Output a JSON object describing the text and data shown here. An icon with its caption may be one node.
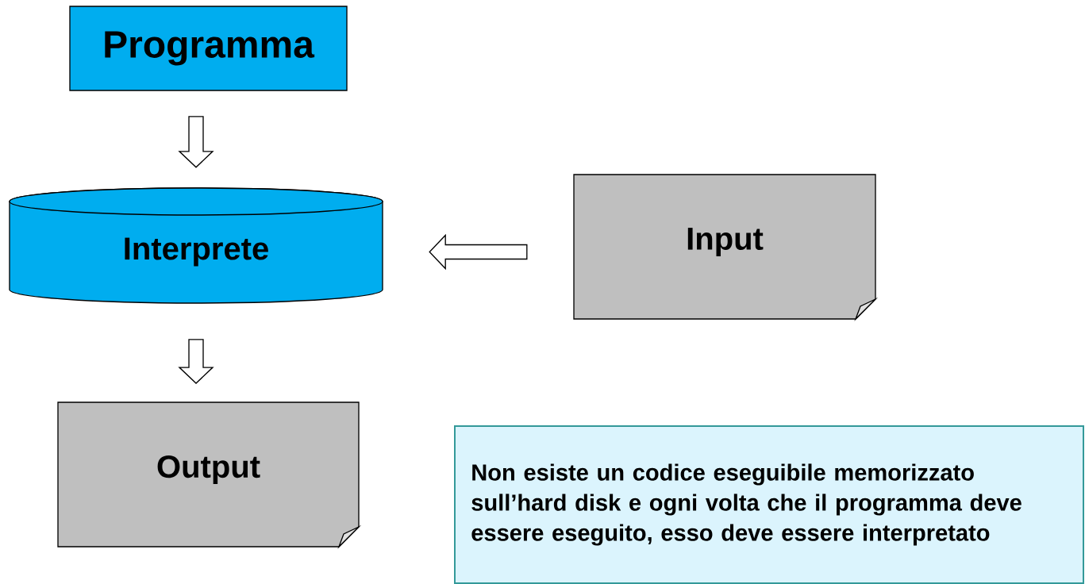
{
  "diagram": {
    "nodes": [
      {
        "text": [
          "Programma"
        ]
      },
      {
        "text": [
          "Interprete"
        ]
      },
      {
        "text": [
          "Input"
        ]
      },
      {
        "text": [
          "Output"
        ]
      },
      {
        "text": [
          "Non esiste un codice eseguibile memorizzato sull’hard disk e ogni volta che il programma deve essere eseguito, esso deve essere interpretato"
        ]
      }
    ],
    "edges": [
      {
        "from": 0,
        "to": 1,
        "arrow": "to"
      },
      {
        "from": 2,
        "to": 1,
        "arrow": "to"
      },
      {
        "from": 1,
        "to": 3,
        "arrow": "to"
      }
    ]
  }
}
